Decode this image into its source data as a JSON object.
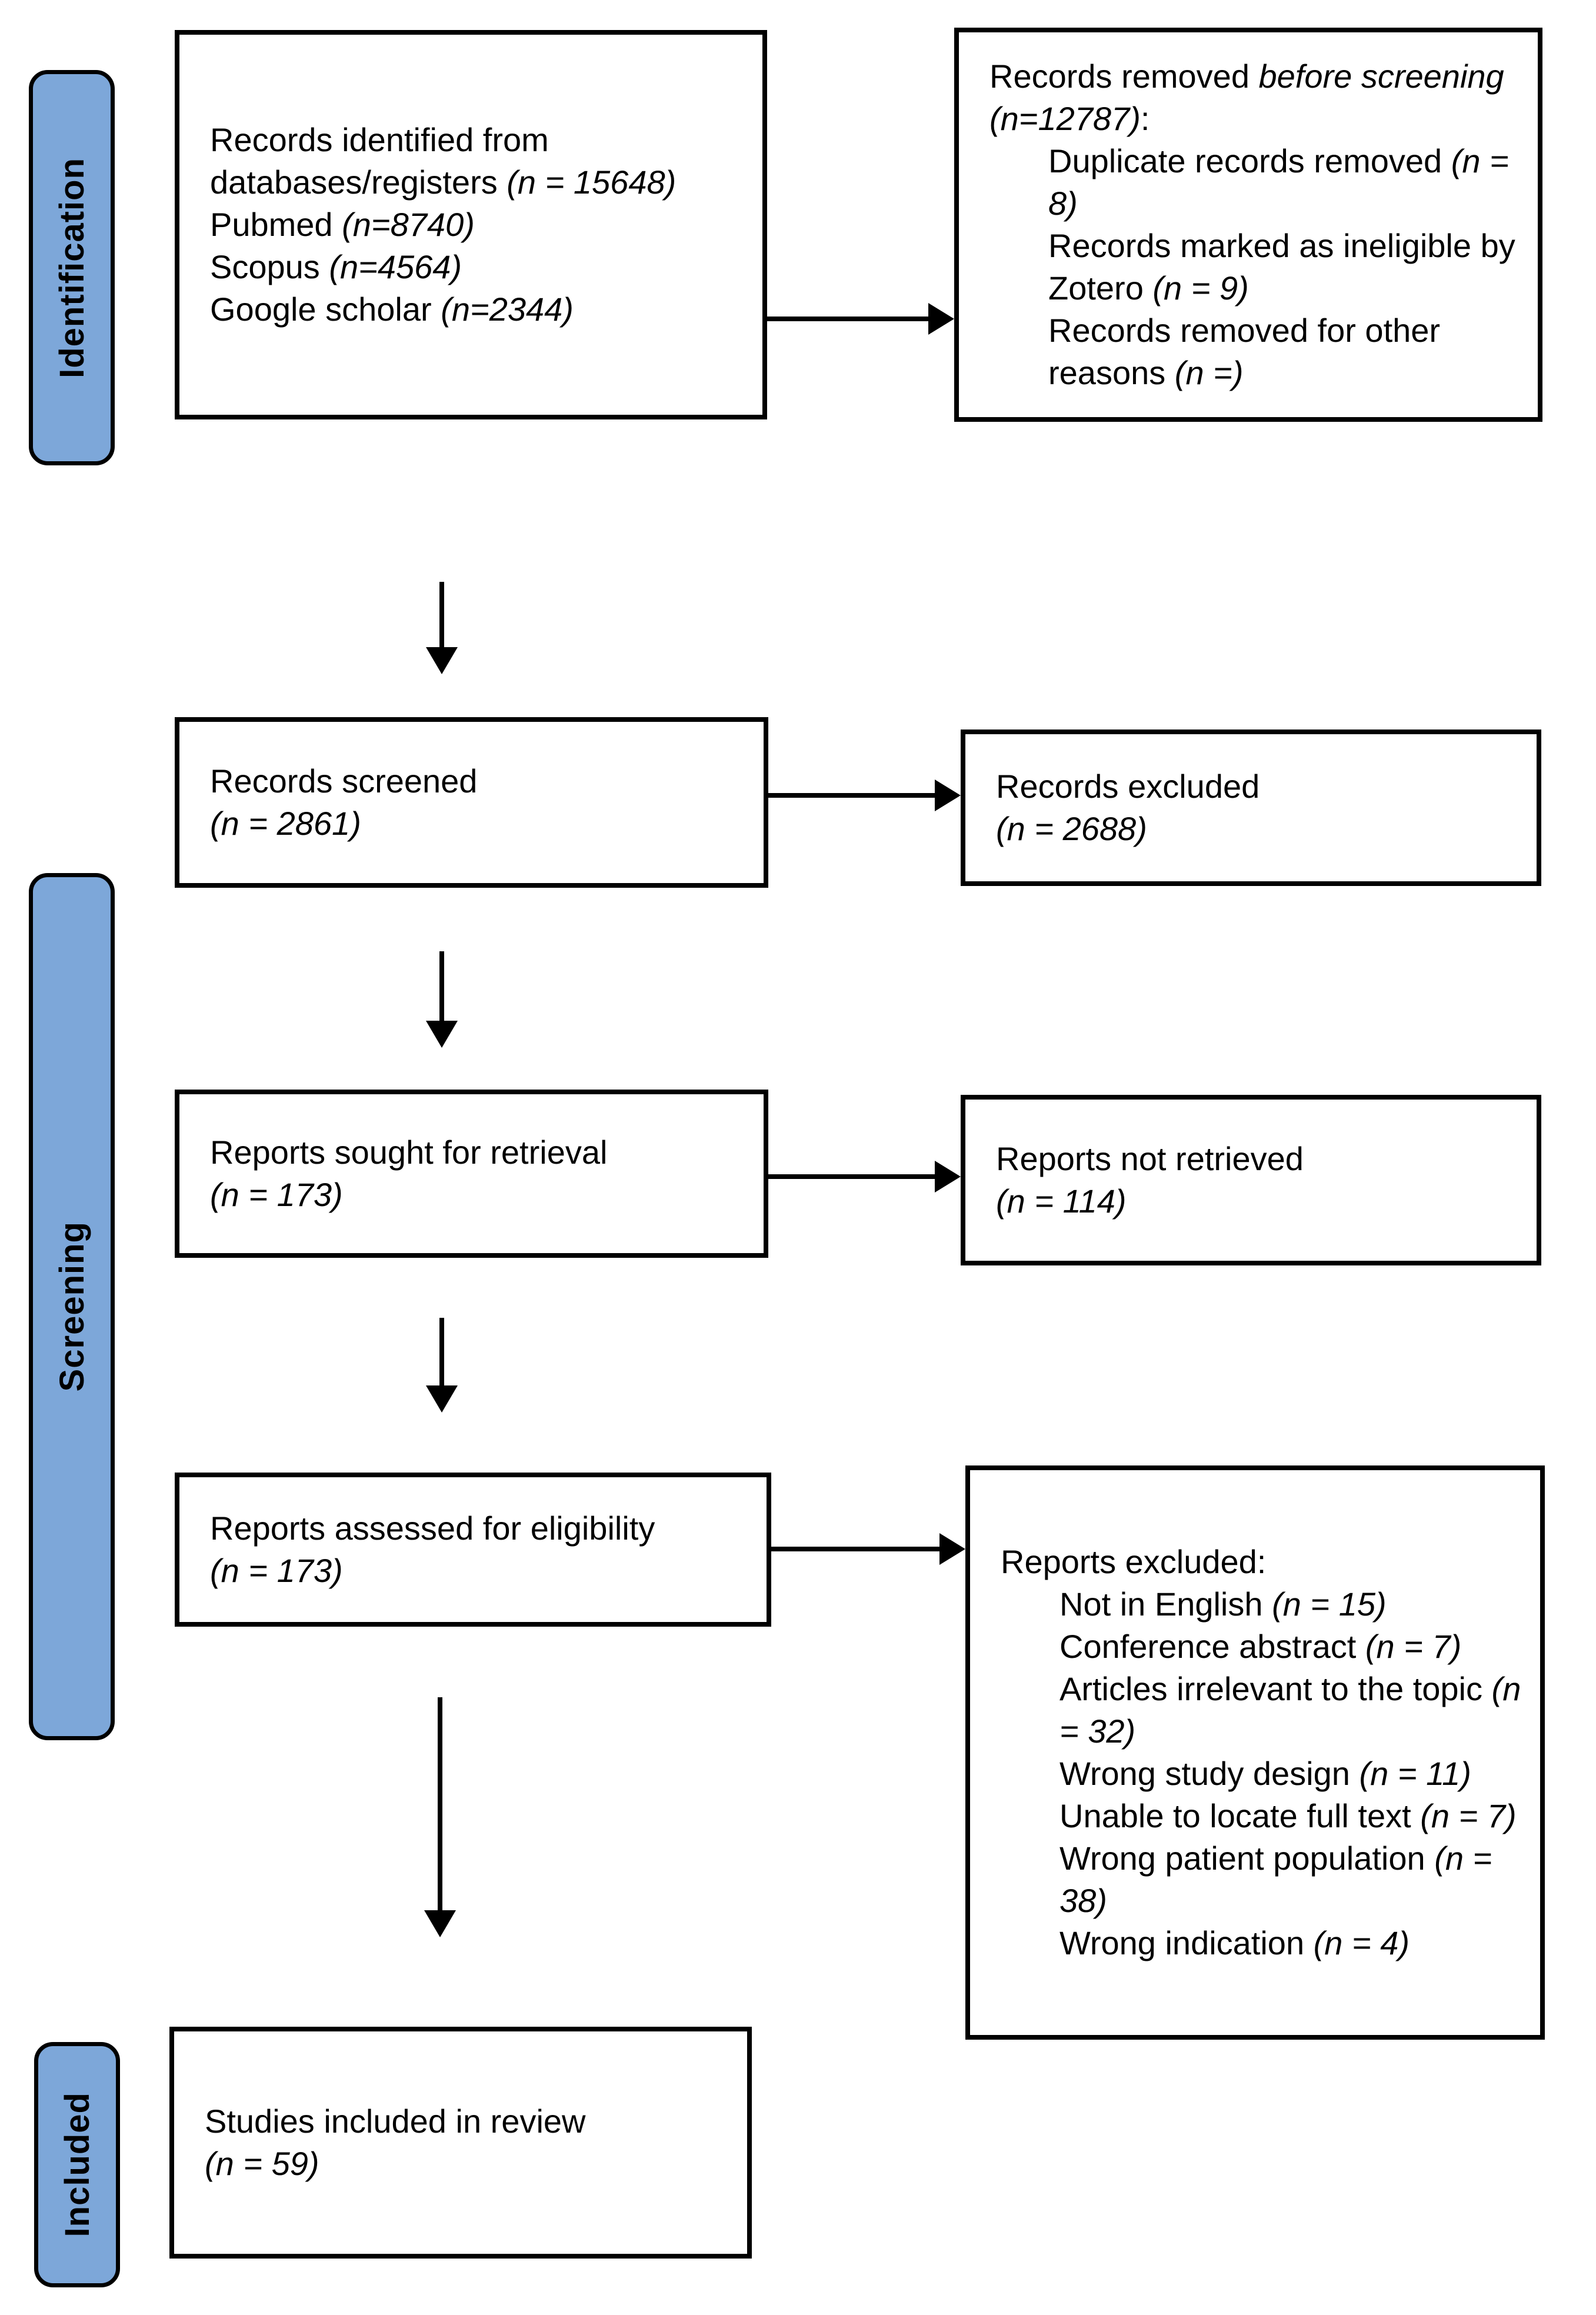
{
  "colors": {
    "tab_fill": "#7da7d9",
    "tab_border": "#000000",
    "box_border": "#000000",
    "arrow": "#000000",
    "background": "#ffffff",
    "text": "#000000"
  },
  "sidebar": {
    "identification": "Identification",
    "screening": "Screening",
    "included": "Included"
  },
  "boxes": {
    "identified": {
      "line1": "Records identified from",
      "line2a": "databases/registers ",
      "line2b": "(n = 15648)",
      "line3a": "Pubmed ",
      "line3b": "(n=8740)",
      "line4a": "Scopus ",
      "line4b": "(n=4564)",
      "line5a": "Google scholar ",
      "line5b": "(n=2344)"
    },
    "removed": {
      "heading_a": "Records removed ",
      "heading_b": "before screening (n=12787)",
      "heading_c": ":",
      "items": [
        {
          "a": "Duplicate records removed ",
          "b": "(n = 8)"
        },
        {
          "a": "Records marked as ineligible by Zotero ",
          "b": "(n = 9)"
        },
        {
          "a": "Records removed for other reasons ",
          "b": "(n =)"
        }
      ]
    },
    "screened": {
      "title": "Records screened",
      "count": "(n = 2861)"
    },
    "excluded": {
      "title": "Records excluded",
      "count": "(n = 2688)"
    },
    "sought": {
      "title": "Reports sought for retrieval",
      "count": "(n = 173)"
    },
    "not_retrieved": {
      "title": "Reports not retrieved",
      "count": "(n = 114)"
    },
    "assessed": {
      "title": "Reports assessed for eligibility",
      "count": "(n = 173)"
    },
    "reports_excluded": {
      "heading": "Reports excluded:",
      "items": [
        {
          "a": "Not in English ",
          "b": "(n = 15)"
        },
        {
          "a": "Conference abstract ",
          "b": "(n = 7)"
        },
        {
          "a": "Articles irrelevant to the topic ",
          "b": "(n = 32)"
        },
        {
          "a": "Wrong study design ",
          "b": "(n = 11)"
        },
        {
          "a": "Unable to locate full text ",
          "b": "(n = 7)"
        },
        {
          "a": "Wrong patient population ",
          "b": "(n = 38)"
        },
        {
          "a": "Wrong indication ",
          "b": "(n = 4)"
        }
      ]
    },
    "included_box": {
      "title": "Studies included in review",
      "count": "(n = 59)"
    }
  }
}
